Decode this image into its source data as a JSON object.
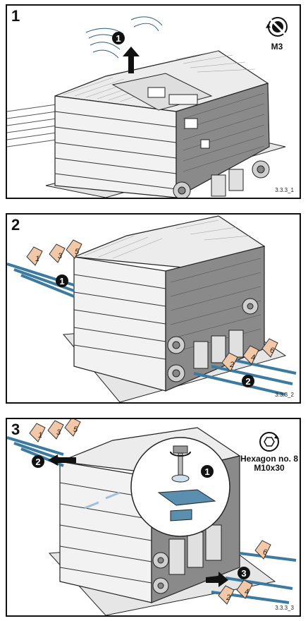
{
  "panel1": {
    "step": "1",
    "badge": "1",
    "tool": "M3",
    "figure_id": "3.3.3_1"
  },
  "panel2": {
    "step": "2",
    "badges": [
      "1",
      "2"
    ],
    "cable_tags_left": [
      "1",
      "3",
      "5"
    ],
    "cable_tags_right": [
      "2",
      "4",
      "6"
    ],
    "figure_id": "3.3.3_2"
  },
  "panel3": {
    "step": "3",
    "badges": [
      "1",
      "2",
      "3"
    ],
    "tool_line1": "Hexagon no. 8",
    "tool_line2": "M10x30",
    "cable_tags_left": [
      "1",
      "3",
      "5"
    ],
    "cable_tags_right": [
      "2",
      "4",
      "6"
    ],
    "figure_id": "3.3.3_3"
  }
}
